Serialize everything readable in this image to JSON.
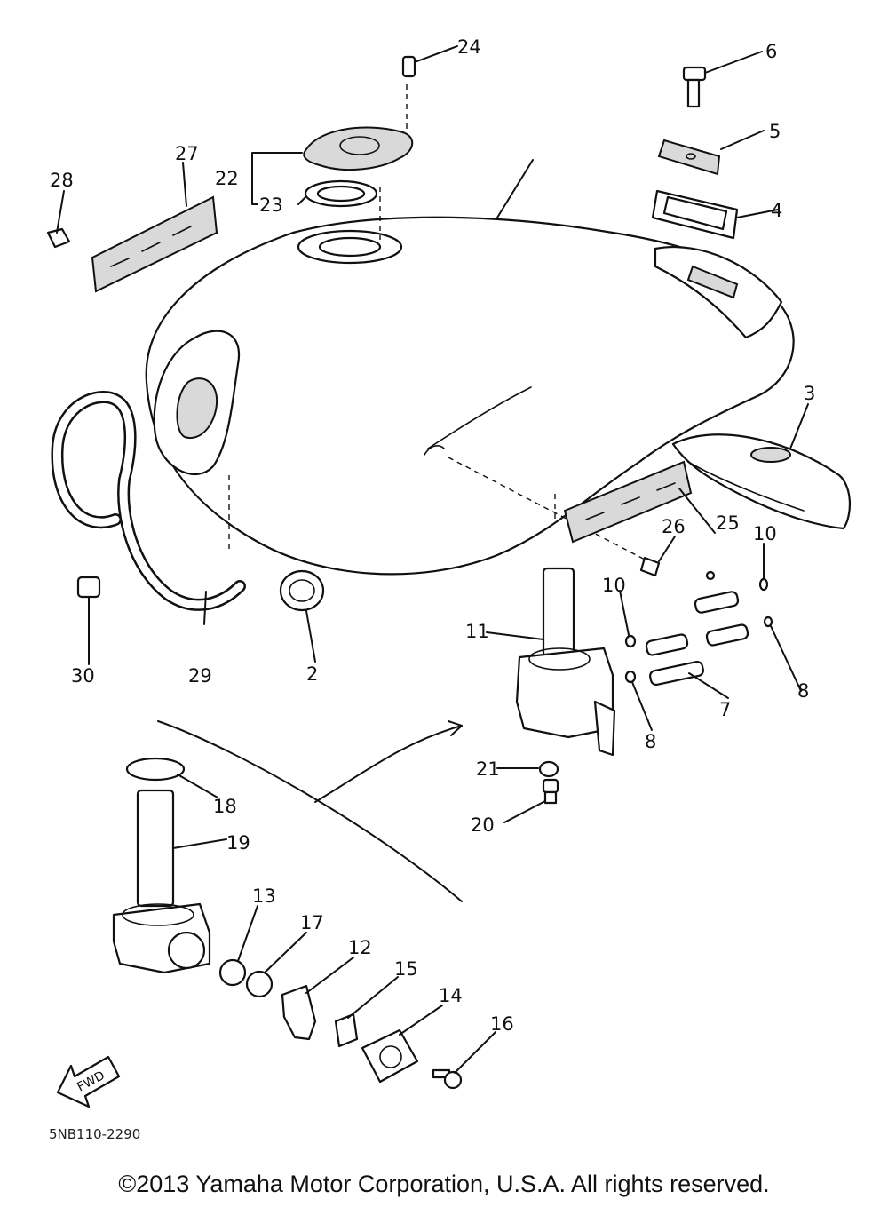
{
  "callouts": {
    "p2": "2",
    "p3": "3",
    "p4": "4",
    "p5": "5",
    "p6": "6",
    "p7": "7",
    "p8a": "8",
    "p8b": "8",
    "p10a": "10",
    "p10b": "10",
    "p11": "11",
    "p12": "12",
    "p13": "13",
    "p14": "14",
    "p15": "15",
    "p16": "16",
    "p17": "17",
    "p18": "18",
    "p19": "19",
    "p20": "20",
    "p21": "21",
    "p22": "22",
    "p23": "23",
    "p24": "24",
    "p25": "25",
    "p26": "26",
    "p27": "27",
    "p28": "28",
    "p29": "29",
    "p30": "30"
  },
  "fwd_label": "FWD",
  "diagram_code": "5NB110-2290",
  "copyright": "©2013 Yamaha Motor Corporation, U.S.A. All rights reserved."
}
